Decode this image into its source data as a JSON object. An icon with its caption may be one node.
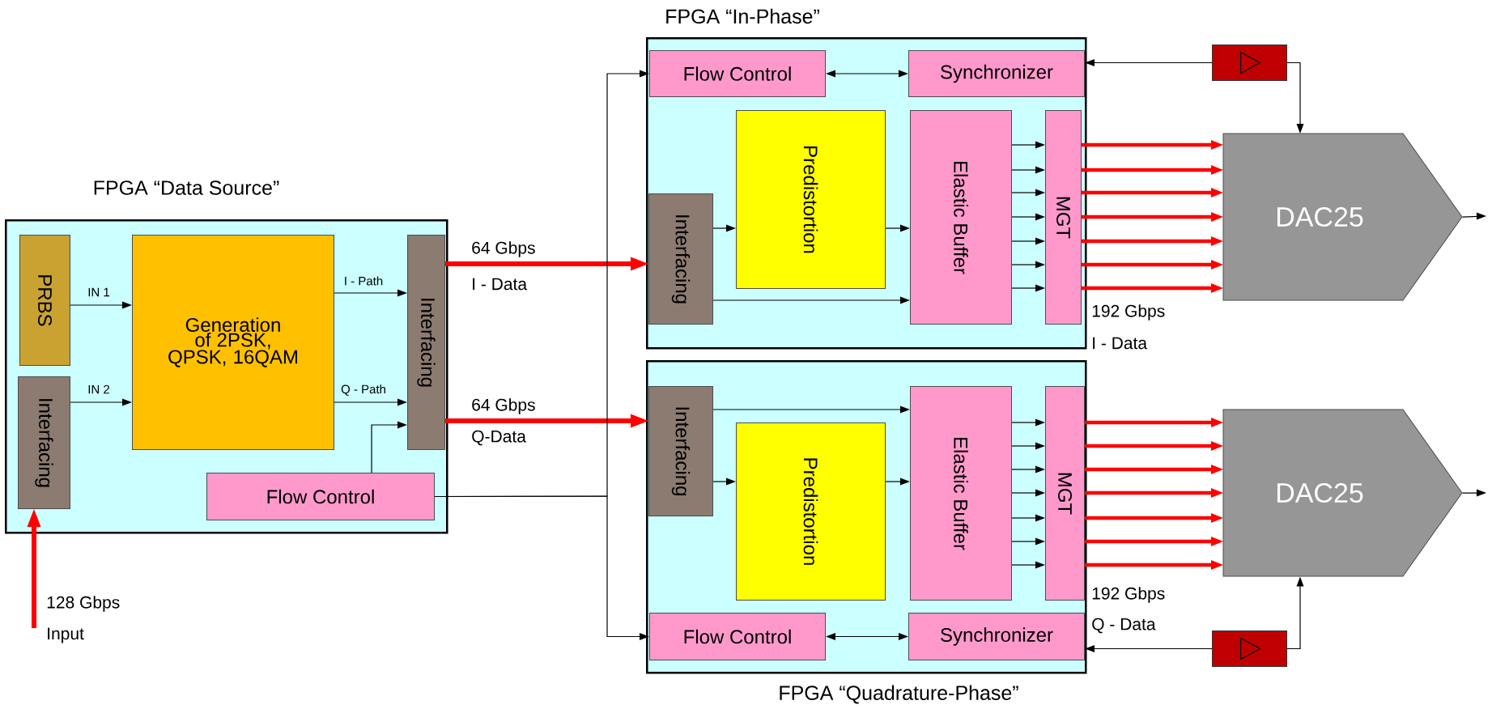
{
  "diagram": {
    "nodes": [
      {
        "text": [
          "FPGA “Data Source”"
        ]
      },
      {
        "text": [
          "PRBS"
        ],
        "in": 0
      },
      {
        "text": [
          "Interfacing"
        ],
        "in": 0
      },
      {
        "text": [
          "Generation of 2PSK, QPSK, 16QAM"
        ],
        "in": 0
      },
      {
        "text": [
          "Interfacing"
        ],
        "in": 0
      },
      {
        "text": [
          "Flow Control"
        ],
        "in": 0
      },
      {
        "text": [
          "FPGA “In-Phase”"
        ]
      },
      {
        "text": [
          "Flow Control"
        ],
        "in": 6
      },
      {
        "text": [
          "Synchronizer"
        ],
        "in": 6
      },
      {
        "text": [
          "Interfacing"
        ],
        "in": 6
      },
      {
        "text": [
          "Predistortion"
        ],
        "in": 6
      },
      {
        "text": [
          "Elastic Buffer"
        ],
        "in": 6
      },
      {
        "text": [
          "MGT"
        ],
        "in": 6
      },
      {
        "text": [
          "FPGA “Quadrature-Phase”"
        ]
      },
      {
        "text": [
          "Interfacing"
        ],
        "in": 13
      },
      {
        "text": [
          "Predistortion"
        ],
        "in": 13
      },
      {
        "text": [
          "Elastic Buffer"
        ],
        "in": 13
      },
      {
        "text": [
          "MGT"
        ],
        "in": 13
      },
      {
        "text": [
          "Flow Control"
        ],
        "in": 13
      },
      {
        "text": [
          "Synchronizer"
        ],
        "in": 13
      },
      {
        "text": [],
        "shape": "box"
      },
      {
        "text": [
          "DAC25"
        ]
      },
      {
        "text": [
          "DAC25"
        ]
      },
      {
        "text": [],
        "shape": "box"
      }
    ],
    "edges": [
      {
        "from": null,
        "to": 2,
        "arrow": "to",
        "style": "thick",
        "color": "#ff0000"
      },
      {
        "from": 1,
        "to": 3,
        "arrow": "to",
        "label": "IN 1"
      },
      {
        "from": 2,
        "to": 3,
        "arrow": "to",
        "label": "IN 2"
      },
      {
        "from": 3,
        "to": 4,
        "arrow": "to",
        "label": "I - Path"
      },
      {
        "from": 3,
        "to": 4,
        "arrow": "to",
        "label": "Q - Path"
      },
      {
        "from": 5,
        "to": 4,
        "arrow": "to"
      },
      {
        "from": 4,
        "to": 9,
        "arrow": "to",
        "label": "64 Gbps",
        "style": "thick",
        "color": "#ff0000"
      },
      {
        "from": 4,
        "to": 14,
        "arrow": "to",
        "label": "64 Gbps",
        "style": "thick",
        "color": "#ff0000"
      },
      {
        "from": 5,
        "to": 7,
        "arrow": "to"
      },
      {
        "from": 5,
        "to": 18,
        "arrow": "to"
      },
      {
        "from": 7,
        "to": 8,
        "arrow": "both"
      },
      {
        "from": 9,
        "to": 10,
        "arrow": "to"
      },
      {
        "from": 10,
        "to": 11,
        "arrow": "to"
      },
      {
        "from": 9,
        "to": 11,
        "arrow": "to"
      },
      {
        "from": 11,
        "to": 12,
        "arrow": "to"
      },
      {
        "from": 11,
        "to": 12,
        "arrow": "to"
      },
      {
        "from": 11,
        "to": 12,
        "arrow": "to"
      },
      {
        "from": 11,
        "to": 12,
        "arrow": "to"
      },
      {
        "from": 11,
        "to": 12,
        "arrow": "to"
      },
      {
        "from": 11,
        "to": 12,
        "arrow": "to"
      },
      {
        "from": 11,
        "to": 12,
        "arrow": "to"
      },
      {
        "from": 12,
        "to": 21,
        "arrow": "to",
        "style": "thick",
        "color": "#ff0000"
      },
      {
        "from": 12,
        "to": 21,
        "arrow": "to",
        "style": "thick",
        "color": "#ff0000"
      },
      {
        "from": 12,
        "to": 21,
        "arrow": "to",
        "style": "thick",
        "color": "#ff0000"
      },
      {
        "from": 12,
        "to": 21,
        "arrow": "to",
        "style": "thick",
        "color": "#ff0000"
      },
      {
        "from": 12,
        "to": 21,
        "arrow": "to",
        "style": "thick",
        "color": "#ff0000"
      },
      {
        "from": 12,
        "to": 21,
        "arrow": "to",
        "style": "thick",
        "color": "#ff0000"
      },
      {
        "from": 12,
        "to": 21,
        "arrow": "to",
        "style": "thick",
        "color": "#ff0000"
      },
      {
        "from": 20,
        "to": 8,
        "arrow": "to"
      },
      {
        "from": 20,
        "to": 21,
        "arrow": "to"
      },
      {
        "from": 21,
        "to": null,
        "arrow": "to"
      },
      {
        "from": 14,
        "to": 16,
        "arrow": "to"
      },
      {
        "from": 14,
        "to": 15,
        "arrow": "to"
      },
      {
        "from": 15,
        "to": 16,
        "arrow": "to"
      },
      {
        "from": 16,
        "to": 17,
        "arrow": "to"
      },
      {
        "from": 16,
        "to": 17,
        "arrow": "to"
      },
      {
        "from": 16,
        "to": 17,
        "arrow": "to"
      },
      {
        "from": 16,
        "to": 17,
        "arrow": "to"
      },
      {
        "from": 16,
        "to": 17,
        "arrow": "to"
      },
      {
        "from": 16,
        "to": 17,
        "arrow": "to"
      },
      {
        "from": 16,
        "to": 17,
        "arrow": "to"
      },
      {
        "from": 17,
        "to": 22,
        "arrow": "to",
        "style": "thick",
        "color": "#ff0000"
      },
      {
        "from": 17,
        "to": 22,
        "arrow": "to",
        "style": "thick",
        "color": "#ff0000"
      },
      {
        "from": 17,
        "to": 22,
        "arrow": "to",
        "style": "thick",
        "color": "#ff0000"
      },
      {
        "from": 17,
        "to": 22,
        "arrow": "to",
        "style": "thick",
        "color": "#ff0000"
      },
      {
        "from": 17,
        "to": 22,
        "arrow": "to",
        "style": "thick",
        "color": "#ff0000"
      },
      {
        "from": 17,
        "to": 22,
        "arrow": "to",
        "style": "thick",
        "color": "#ff0000"
      },
      {
        "from": 17,
        "to": 22,
        "arrow": "to",
        "style": "thick",
        "color": "#ff0000"
      },
      {
        "from": 18,
        "to": 19,
        "arrow": "both"
      },
      {
        "from": 23,
        "to": 19,
        "arrow": "to"
      },
      {
        "from": 23,
        "to": 22,
        "arrow": "to"
      },
      {
        "from": 22,
        "to": null,
        "arrow": "to"
      }
    ],
    "labels": [
      "128 Gbps",
      "Input",
      "I - Data",
      "Q-Data",
      "192 Gbps",
      "I - Data",
      "192 Gbps",
      "Q - Data"
    ]
  }
}
